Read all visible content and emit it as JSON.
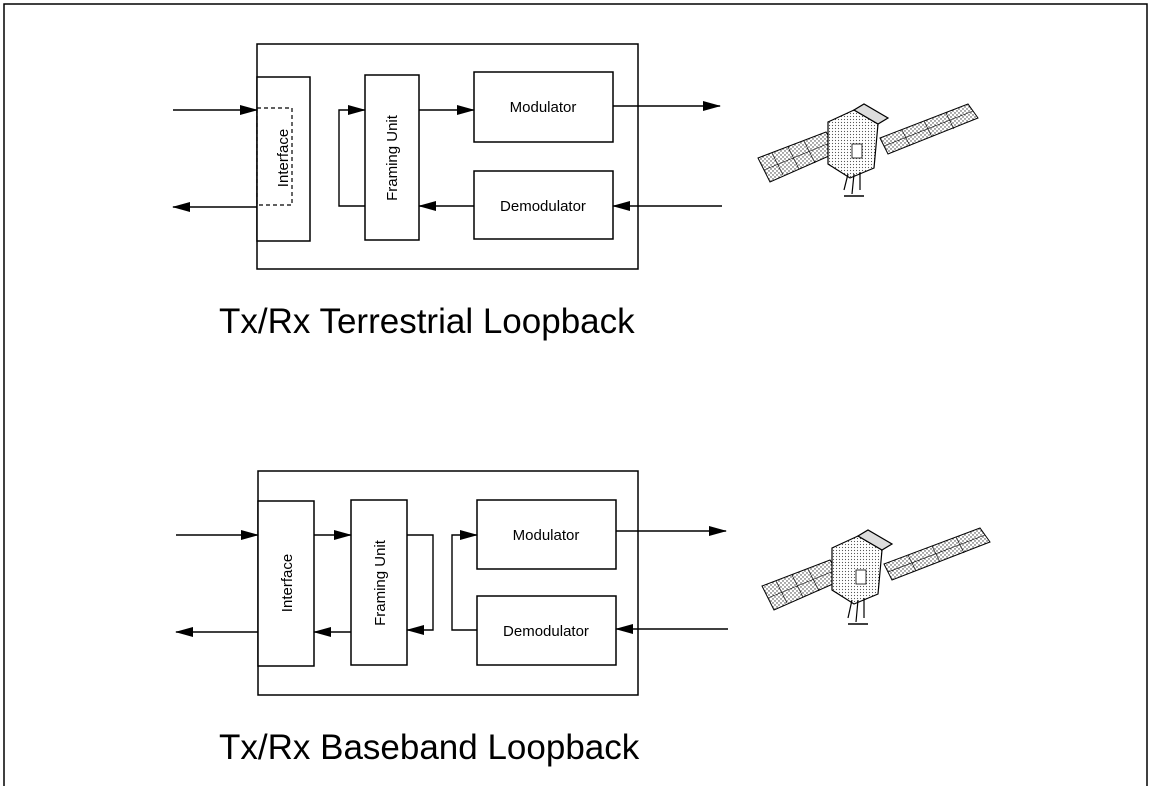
{
  "diagrams": [
    {
      "title": "Tx/Rx Terrestrial Loopback",
      "blocks": {
        "interface": "Interface",
        "framing": "Framing Unit",
        "modulator": "Modulator",
        "demodulator": "Demodulator"
      }
    },
    {
      "title": "Tx/Rx Baseband Loopback",
      "blocks": {
        "interface": "Interface",
        "framing": "Framing Unit",
        "modulator": "Modulator",
        "demodulator": "Demodulator"
      }
    }
  ],
  "icons": [
    "satellite-icon",
    "arrow-icon"
  ]
}
